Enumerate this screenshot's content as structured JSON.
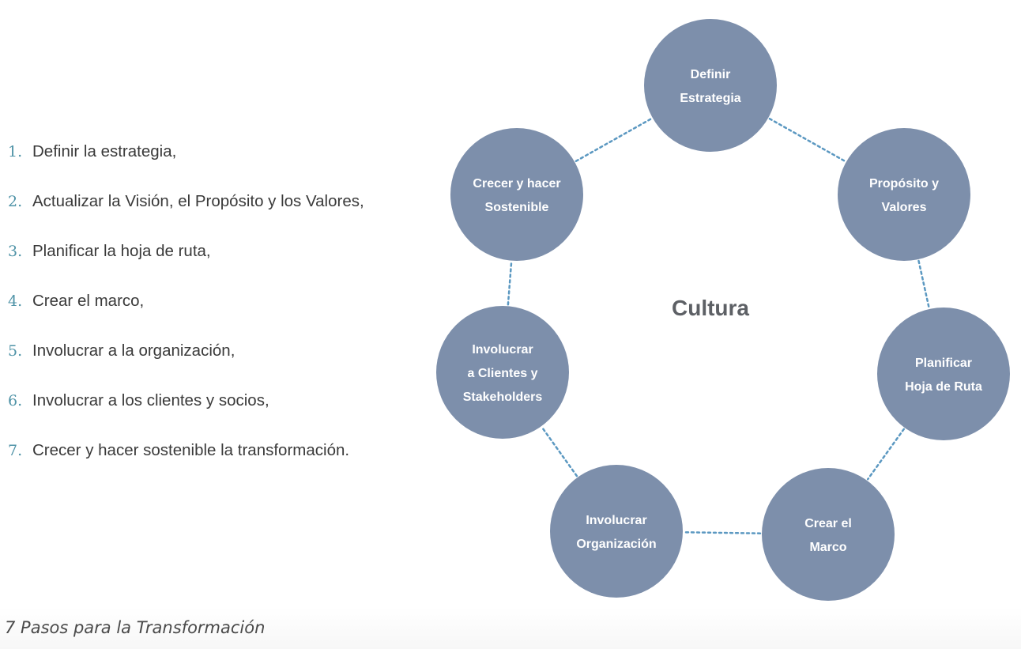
{
  "steps": [
    {
      "number": "1.",
      "text": "Definir la estrategia,"
    },
    {
      "number": "2.",
      "text": "Actualizar la Visión, el Propósito y los Valores,"
    },
    {
      "number": "3.",
      "text": "Planificar la hoja de ruta,"
    },
    {
      "number": "4.",
      "text": "Crear el marco,"
    },
    {
      "number": "5.",
      "text": "Involucrar a la organización,"
    },
    {
      "number": "6.",
      "text": "Involucrar a los clientes y socios,"
    },
    {
      "number": "7.",
      "text": "Crecer y hacer sostenible la transformación."
    }
  ],
  "diagram": {
    "center_label": "Cultura",
    "nodes": [
      {
        "lines": [
          "Definir",
          "Estrategia"
        ]
      },
      {
        "lines": [
          "Propósito y",
          "Valores"
        ]
      },
      {
        "lines": [
          "Planificar",
          "Hoja de Ruta"
        ]
      },
      {
        "lines": [
          "Crear el",
          "Marco"
        ]
      },
      {
        "lines": [
          "Involucrar",
          "Organización"
        ]
      },
      {
        "lines": [
          "Involucrar",
          "a Clientes y",
          "Stakeholders"
        ]
      },
      {
        "lines": [
          "Crecer y hacer",
          "Sostenible"
        ]
      }
    ],
    "colors": {
      "node_fill": "#7d8fab",
      "connector": "#5b98c1",
      "center_text": "#5d6065",
      "step_number": "#4f93a7"
    }
  },
  "caption": "7 Pasos para la Transformación"
}
